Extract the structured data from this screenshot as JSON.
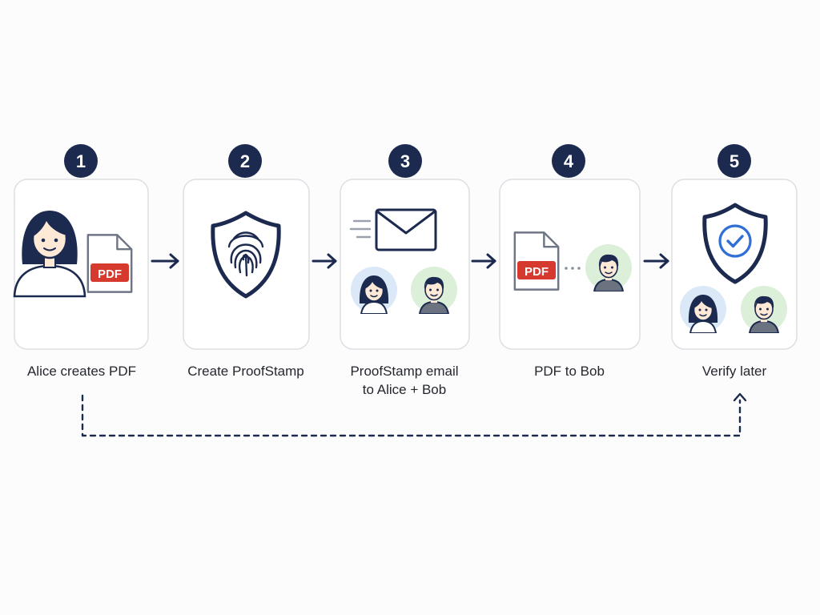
{
  "colors": {
    "navy": "#1b2a4e",
    "card_border": "#dcdfe4",
    "card_fill": "#ffffff",
    "pdf_red": "#d63a2f",
    "check_blue": "#2f6fd6",
    "alice_circle": "#dbe8f8",
    "bob_circle": "#dcefd8",
    "skin": "#fde9d6"
  },
  "steps": [
    {
      "number": "1",
      "label_lines": [
        "Alice creates PDF"
      ],
      "icons": [
        "person-alice-icon",
        "pdf-file-icon"
      ]
    },
    {
      "number": "2",
      "label_lines": [
        "Create ProofStamp"
      ],
      "icons": [
        "fingerprint-shield-icon"
      ]
    },
    {
      "number": "3",
      "label_lines": [
        "ProofStamp email",
        "to Alice + Bob"
      ],
      "icons": [
        "envelope-icon",
        "alice-avatar-icon",
        "bob-avatar-icon"
      ]
    },
    {
      "number": "4",
      "label_lines": [
        "PDF to Bob"
      ],
      "icons": [
        "pdf-file-icon",
        "bob-avatar-icon"
      ]
    },
    {
      "number": "5",
      "label_lines": [
        "Verify later"
      ],
      "icons": [
        "check-shield-icon",
        "alice-avatar-icon",
        "bob-avatar-icon"
      ]
    }
  ],
  "pdf_badge_text": "PDF"
}
